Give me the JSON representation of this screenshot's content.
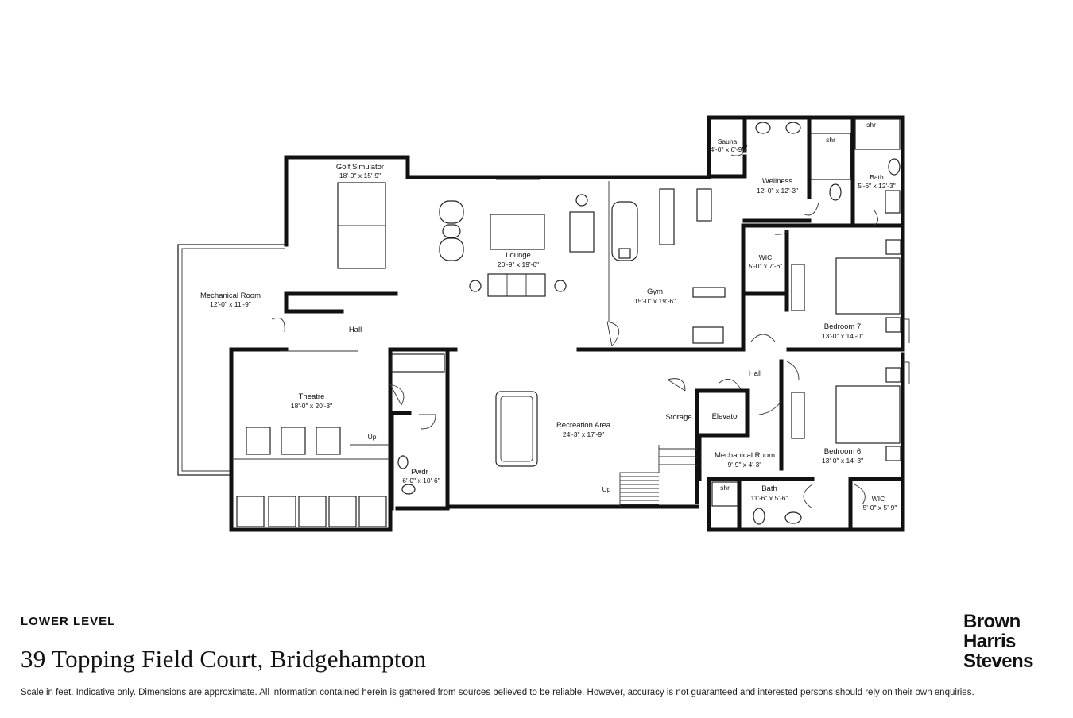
{
  "rooms": {
    "golf_simulator": {
      "name": "Golf Simulator",
      "dims": "18'-0\" x 15'-9\""
    },
    "lounge": {
      "name": "Lounge",
      "dims": "20'-9\" x 19'-6\""
    },
    "gym": {
      "name": "Gym",
      "dims": "15'-0\" x 19'-6\""
    },
    "sauna": {
      "name": "Sauna",
      "dims": "4'-0\" x 6'-9\""
    },
    "wellness": {
      "name": "Wellness",
      "dims": "12'-0\" x 12'-3\""
    },
    "bath_top": {
      "name": "Bath",
      "dims": "5'-6\" x 12'-3\""
    },
    "wic_top": {
      "name": "WIC",
      "dims": "5'-0\" x 7'-6\""
    },
    "bedroom7": {
      "name": "Bedroom 7",
      "dims": "13'-0\" x 14'-0\""
    },
    "mech_left": {
      "name": "Mechanical Room",
      "dims": "12'-0\" x 11'-9\""
    },
    "hall_left": {
      "name": "Hall"
    },
    "hall_right": {
      "name": "Hall"
    },
    "theatre": {
      "name": "Theatre",
      "dims": "18'-0\" x 20'-3\""
    },
    "pwdr": {
      "name": "Pwdr",
      "dims": "6'-0\" x 10'-6\""
    },
    "recreation": {
      "name": "Recreation Area",
      "dims": "24'-3\" x 17'-9\""
    },
    "storage": {
      "name": "Storage"
    },
    "elevator": {
      "name": "Elevator"
    },
    "mech_right": {
      "name": "Mechanical Room",
      "dims": "9'-9\" x 4'-3\""
    },
    "bath_bottom": {
      "name": "Bath",
      "dims": "11'-6\" x 5'-6\""
    },
    "bedroom6": {
      "name": "Bedroom 6",
      "dims": "13'-0\" x 14'-3\""
    },
    "wic_bottom": {
      "name": "WIC",
      "dims": "5'-0\" x 5'-9\""
    }
  },
  "labels": {
    "up": "Up",
    "shr": "shr"
  },
  "footer": {
    "level": "LOWER LEVEL",
    "address": "39 Topping Field Court, Bridgehampton",
    "disclaimer": "Scale in feet. Indicative only. Dimensions are approximate. All information contained herein is gathered from sources believed to be reliable. However, accuracy is not guaranteed and interested persons should rely on their own enquiries."
  },
  "logo": {
    "line1": "Brown",
    "line2": "Harris",
    "line3": "Stevens"
  }
}
